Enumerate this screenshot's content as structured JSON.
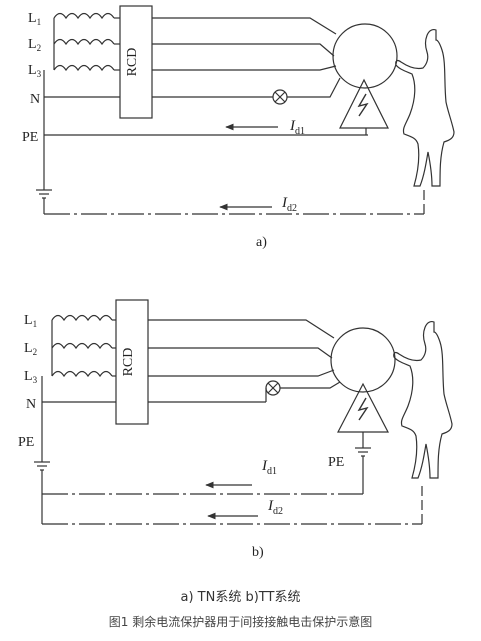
{
  "diagram_a": {
    "labels": {
      "l1": "L",
      "l1_sub": "1",
      "l2": "L",
      "l2_sub": "2",
      "l3": "L",
      "l3_sub": "3",
      "n": "N",
      "pe": "PE",
      "rcd": "RCD",
      "id1": "I",
      "id1_sub": "d1",
      "id2": "I",
      "id2_sub": "d2"
    },
    "caption": "a)"
  },
  "diagram_b": {
    "labels": {
      "l1": "L",
      "l1_sub": "1",
      "l2": "L",
      "l2_sub": "2",
      "l3": "L",
      "l3_sub": "3",
      "n": "N",
      "pe_left": "PE",
      "pe_right": "PE",
      "rcd": "RCD",
      "id1": "I",
      "id1_sub": "d1",
      "id2": "I",
      "id2_sub": "d2"
    },
    "caption": "b)"
  },
  "captions": {
    "systems": "a) TN系统 b)TT系统",
    "figure": "图1  剩余电流保护器用于间接接触电击保护示意图"
  },
  "colors": {
    "line": "#333333",
    "background": "#ffffff"
  }
}
